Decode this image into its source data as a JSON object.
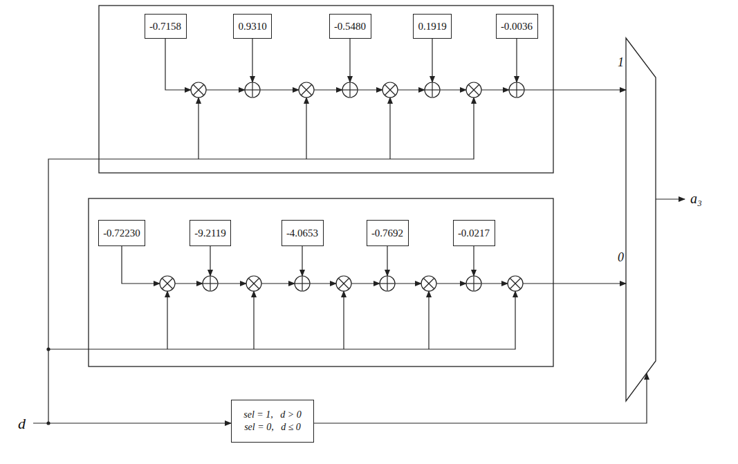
{
  "diagram": {
    "nodes": [
      {
        "text": [
          "-0.7158"
        ]
      },
      {
        "text": [
          "0.9310"
        ]
      },
      {
        "text": [
          "-0.5480"
        ]
      },
      {
        "text": [
          "0.1919"
        ]
      },
      {
        "text": [
          "-0.0036"
        ]
      },
      {
        "text": [
          "-0.72230"
        ]
      },
      {
        "text": [
          "-9.2119"
        ]
      },
      {
        "text": [
          "-4.0653"
        ]
      },
      {
        "text": [
          "-0.7692"
        ]
      },
      {
        "text": [
          "-0.0217"
        ]
      },
      {
        "text": [
          "sel = 1,   d > 0",
          "sel = 0,   d ≤ 0"
        ]
      }
    ],
    "labels": [
      "1",
      "0",
      "a₃",
      "d"
    ]
  }
}
